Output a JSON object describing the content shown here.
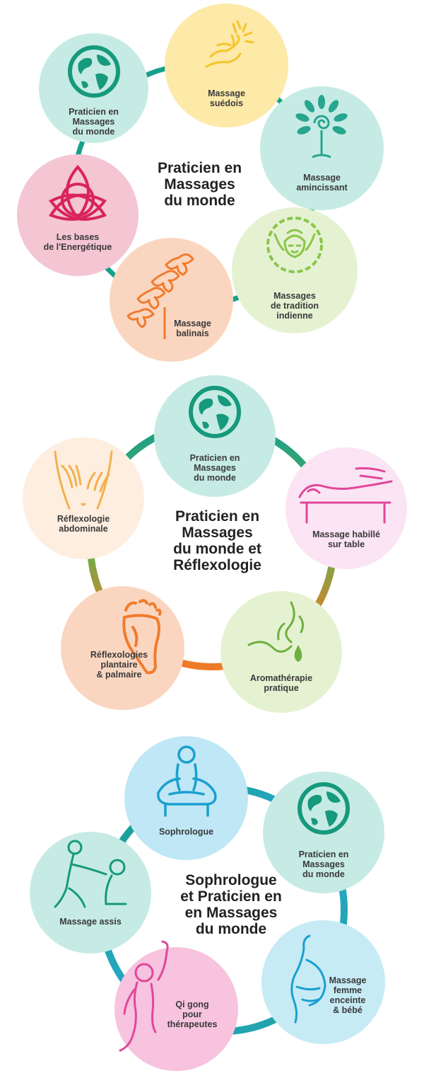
{
  "colors": {
    "teal_ring": "#17a08a",
    "teal_fill": "#c6ebe4",
    "globe": "#16997c",
    "yellow_fill": "#fde9a8",
    "pink_fill": "#f4c5d3",
    "peach_fill": "#fad6c0",
    "green_fill": "#e5f2d2",
    "cream_fill": "#fdeee0",
    "lavender_fill": "#fbe4f3",
    "sky_fill": "#bfe7f5",
    "sky_ring": "#2aa8d6"
  },
  "clusters": [
    {
      "title": "Praticien en\nMassages\ndu monde",
      "nodes": [
        {
          "label": "Praticien en\nMassages\ndu monde",
          "icon": "globe-icon"
        },
        {
          "label": "Massage\nsuédois",
          "icon": "sun-hands-icon"
        },
        {
          "label": "Massage\namincissant",
          "icon": "spiral-tree-icon"
        },
        {
          "label": "Massages\nde tradition\nindienne",
          "icon": "head-massage-icon"
        },
        {
          "label": "Massage\nbalinais",
          "icon": "orchid-icon"
        },
        {
          "label": "Les bases\nde l'Energétique",
          "icon": "triquetra-icon"
        }
      ]
    },
    {
      "title": "Praticien en\nMassages\ndu monde et\nRéflexologie",
      "nodes": [
        {
          "label": "Praticien en\nMassages\ndu monde",
          "icon": "globe-icon"
        },
        {
          "label": "Massage habillé\nsur table",
          "icon": "table-massage-icon"
        },
        {
          "label": "Aromathérapie\npratique",
          "icon": "aroma-icon"
        },
        {
          "label": "Réflexologies\nplantaire\n& palmaire",
          "icon": "foot-icon"
        },
        {
          "label": "Réflexologie\nabdominale",
          "icon": "abdomen-hands-icon"
        }
      ]
    },
    {
      "title": "Sophrologue\net Praticien en\nen Massages\ndu monde",
      "nodes": [
        {
          "label": "Sophrologue",
          "icon": "meditation-icon"
        },
        {
          "label": "Praticien en\nMassages\ndu monde",
          "icon": "globe-icon"
        },
        {
          "label": "Massage\nfemme\nenceinte\n& bébé",
          "icon": "pregnant-icon"
        },
        {
          "label": "Qi gong\npour\nthérapeutes",
          "icon": "qigong-icon"
        },
        {
          "label": "Massage assis",
          "icon": "seated-massage-icon"
        }
      ]
    }
  ]
}
